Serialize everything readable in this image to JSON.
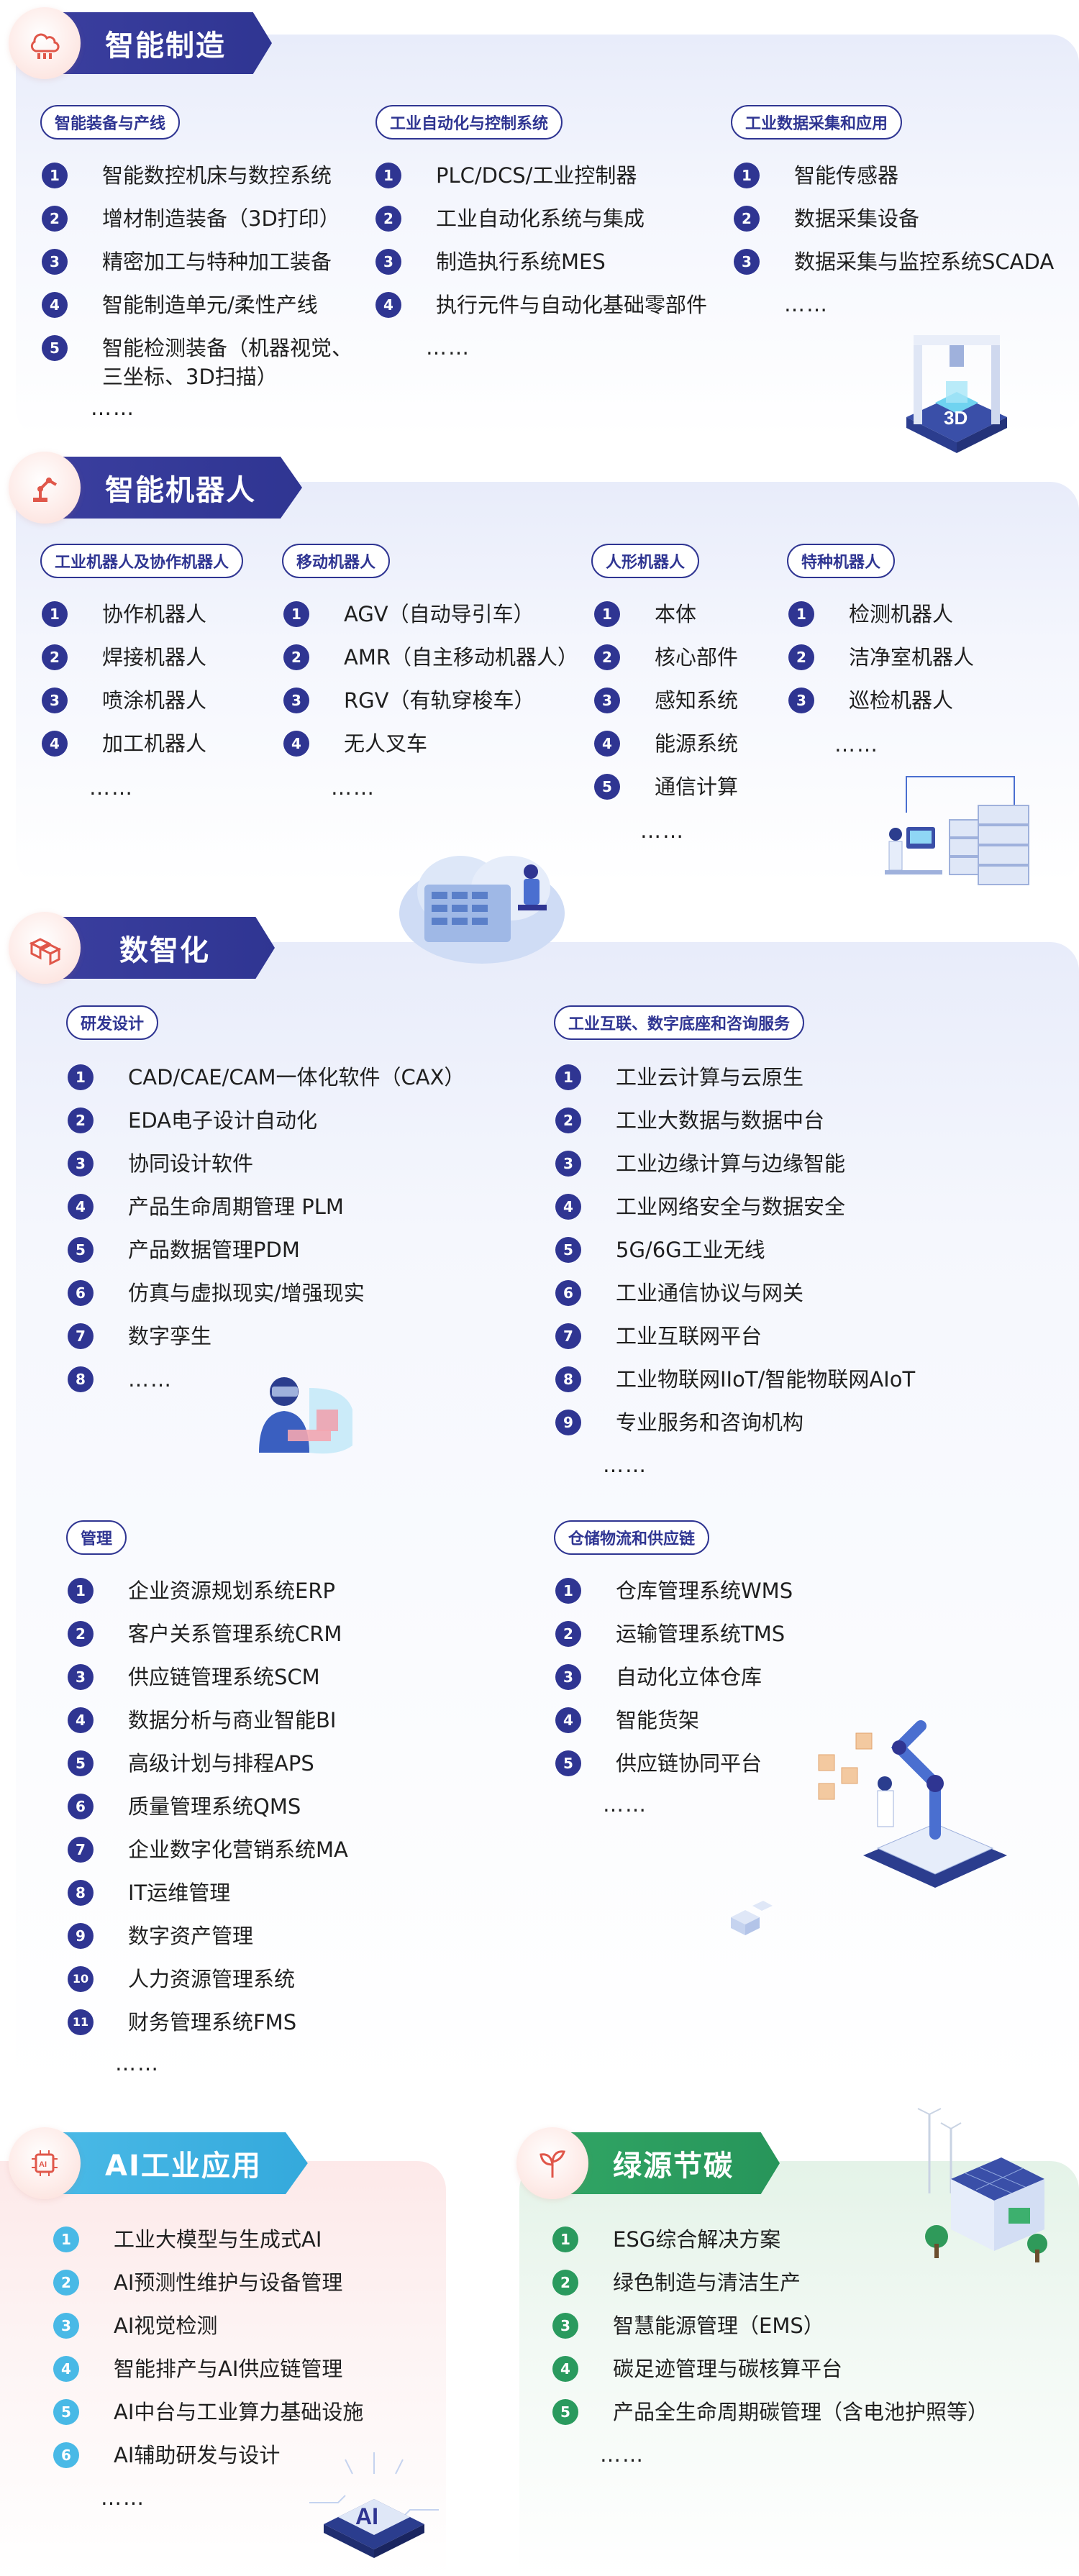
{
  "sections": {
    "manufacturing": {
      "title": "智能制造",
      "icon": "factory-cloud-icon",
      "columns": [
        {
          "label": "智能装备与产线",
          "items": [
            "智能数控机床与数控系统",
            "增材制造装备（3D打印）",
            "精密加工与特种加工装备",
            "智能制造单元/柔性产线",
            "智能检测装备（机器视觉、三坐标、3D扫描）"
          ],
          "more": "……"
        },
        {
          "label": "工业自动化与控制系统",
          "items": [
            "PLC/DCS/工业控制器",
            "工业自动化系统与集成",
            "制造执行系统MES",
            "执行元件与自动化基础零部件"
          ],
          "more": "……"
        },
        {
          "label": "工业数据采集和应用",
          "items": [
            "智能传感器",
            "数据采集设备",
            "数据采集与监控系统SCADA"
          ],
          "more": "……"
        }
      ]
    },
    "robots": {
      "title": "智能机器人",
      "icon": "robot-arm-icon",
      "columns": [
        {
          "label": "工业机器人及协作机器人",
          "items": [
            "协作机器人",
            "焊接机器人",
            "喷涂机器人",
            "加工机器人"
          ],
          "more": "……"
        },
        {
          "label": "移动机器人",
          "items": [
            "AGV（自动导引车）",
            "AMR（自主移动机器人）",
            "RGV（有轨穿梭车）",
            "无人叉车"
          ],
          "more": "……"
        },
        {
          "label": "人形机器人",
          "items": [
            "本体",
            "核心部件",
            "感知系统",
            "能源系统",
            "通信计算"
          ],
          "more": "……"
        },
        {
          "label": "特种机器人",
          "items": [
            "检测机器人",
            "洁净室机器人",
            "巡检机器人"
          ],
          "more": "……"
        }
      ]
    },
    "digital": {
      "title": "数智化",
      "icon": "cubes-icon",
      "groups": [
        {
          "label": "研发设计",
          "items": [
            "CAD/CAE/CAM一体化软件（CAX）",
            "EDA电子设计自动化",
            "协同设计软件",
            "产品生命周期管理 PLM",
            "产品数据管理PDM",
            "仿真与虚拟现实/增强现实",
            "数字孪生",
            "……"
          ]
        },
        {
          "label": "工业互联、数字底座和咨询服务",
          "items": [
            "工业云计算与云原生",
            "工业大数据与数据中台",
            "工业边缘计算与边缘智能",
            "工业网络安全与数据安全",
            " 5G/6G工业无线",
            "工业通信协议与网关",
            "工业互联网平台",
            "工业物联网IIoT/智能物联网AIoT",
            "专业服务和咨询机构"
          ],
          "more": "……"
        },
        {
          "label": "管理",
          "items": [
            "企业资源规划系统ERP",
            "客户关系管理系统CRM",
            "供应链管理系统SCM",
            "数据分析与商业智能BI",
            "高级计划与排程APS",
            "质量管理系统QMS",
            "企业数字化营销系统MA",
            "IT运维管理",
            "数字资产管理",
            "人力资源管理系统",
            "财务管理系统FMS"
          ],
          "more": "……"
        },
        {
          "label": "仓储物流和供应链",
          "items": [
            "仓库管理系统WMS",
            "运输管理系统TMS",
            "自动化立体仓库",
            "智能货架",
            "供应链协同平台"
          ],
          "more": "……"
        }
      ]
    },
    "ai": {
      "title": "AI工业应用",
      "icon": "ai-chip-icon",
      "items": [
        "工业大模型与生成式AI",
        "AI预测性维护与设备管理",
        "AI视觉检测",
        "智能排产与AI供应链管理",
        "AI中台与工业算力基础设施",
        "AI辅助研发与设计"
      ],
      "more": "……"
    },
    "green": {
      "title": "绿源节碳",
      "icon": "leaf-icon",
      "items": [
        "ESG综合解决方案",
        "绿色制造与清洁生产",
        "智慧能源管理（EMS）",
        "碳足迹管理与碳核算平台",
        "产品全生命周期碳管理（含电池护照等）"
      ],
      "more": "……"
    }
  },
  "illustrations": {
    "printer": "3D",
    "ai_chip": "AI"
  },
  "colors": {
    "primary": "#2f3592",
    "ai": "#49b9e6",
    "green": "#2a9a5e",
    "icon_red": "#e0574a"
  }
}
